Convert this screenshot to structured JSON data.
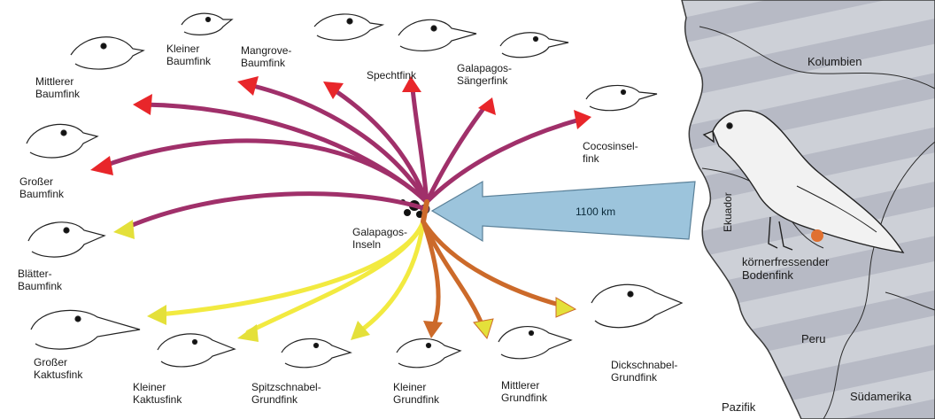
{
  "finches": [
    {
      "id": "mittlerer-baumfink",
      "lines": [
        "Mittlerer",
        "Baumfink"
      ]
    },
    {
      "id": "kleiner-baumfink",
      "lines": [
        "Kleiner",
        "Baumfink"
      ]
    },
    {
      "id": "mangrove-baumfink",
      "lines": [
        "Mangrove-",
        "Baumfink"
      ]
    },
    {
      "id": "spechtfink",
      "lines": [
        "Spechtfink"
      ]
    },
    {
      "id": "galapagos-saengerfink",
      "lines": [
        "Galapagos-",
        "Sängerfink"
      ]
    },
    {
      "id": "cocosinselfink",
      "lines": [
        "Cocosinsel-",
        "fink"
      ]
    },
    {
      "id": "grosser-baumfink",
      "lines": [
        "Großer",
        "Baumfink"
      ]
    },
    {
      "id": "blaetter-baumfink",
      "lines": [
        "Blätter-",
        "Baumfink"
      ]
    },
    {
      "id": "grosser-kaktusfink",
      "lines": [
        "Großer",
        "Kaktusfink"
      ]
    },
    {
      "id": "kleiner-kaktusfink",
      "lines": [
        "Kleiner",
        "Kaktusfink"
      ]
    },
    {
      "id": "spitzschnabel-grundfink",
      "lines": [
        "Spitzschnabel-",
        "Grundfink"
      ]
    },
    {
      "id": "kleiner-grundfink",
      "lines": [
        "Kleiner",
        "Grundfink"
      ]
    },
    {
      "id": "mittlerer-grundfink",
      "lines": [
        "Mittlerer",
        "Grundfink"
      ]
    },
    {
      "id": "dickschnabel-grundfink",
      "lines": [
        "Dickschnabel-",
        "Grundfink"
      ]
    }
  ],
  "islands": {
    "lines": [
      "Galapagos-",
      "Inseln"
    ]
  },
  "ancestor": {
    "lines": [
      "körnerfressender",
      "Bodenfink"
    ]
  },
  "distance": "1100 km",
  "map": {
    "kolumbien": "Kolumbien",
    "ekuador": "Ekuador",
    "peru": "Peru",
    "suedamerika": "Südamerika",
    "pazifik": "Pazifik"
  },
  "colors": {
    "branch_purple": "#a0306a",
    "branch_orange": "#cc6a2a",
    "branch_yellow": "#f2ea40",
    "arrow_red": "#e8262a",
    "arrow_yellow": "#e4e03a",
    "arrow_orange": "#cc6a2a",
    "map_land": "#cfd2d8",
    "map_stripe": "#b9bcc6",
    "migration_arrow": "#9cc4dc"
  }
}
